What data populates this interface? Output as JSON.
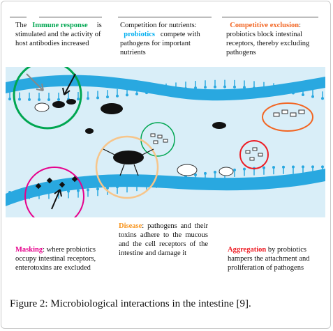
{
  "captions": {
    "immune": {
      "pre": "The",
      "term": "Immune response",
      "post": "is",
      "rest": "stimulated and the activity of host antibodies increased"
    },
    "competition": {
      "line1": "Competition for nutrients:",
      "term": "probiotics",
      "post": "compete with",
      "rest": "pathogens for important nutrients"
    },
    "exclusion": {
      "term": "Competitive exclusion",
      "post": ":",
      "rest": "probiotics block intestinal receptors, thereby excluding pathogens"
    },
    "masking": {
      "term": "Masking",
      "post": ": where probiotics",
      "rest": "occupy intestinal receptors, enterotoxins are excluded"
    },
    "disease": {
      "term": "Disease",
      "post": ":  pathogens  and",
      "rest": "their toxins adhere to the mucous and the cell receptors of the intestine and damage it"
    },
    "aggregation": {
      "term": "Aggregation",
      "post": " by probiotics",
      "rest": "hampers the attachment and proliferation of pathogens"
    }
  },
  "figure_caption": "Figure 2: Microbiological interactions in the intestine [9].",
  "colors": {
    "immune": "#00a651",
    "probiotics": "#00aeef",
    "exclusion": "#f26522",
    "masking": "#e6008c",
    "disease": "#f7941d",
    "aggregation": "#ed1c24",
    "intestine": "#29a8e0",
    "background": "#d9eef8"
  }
}
